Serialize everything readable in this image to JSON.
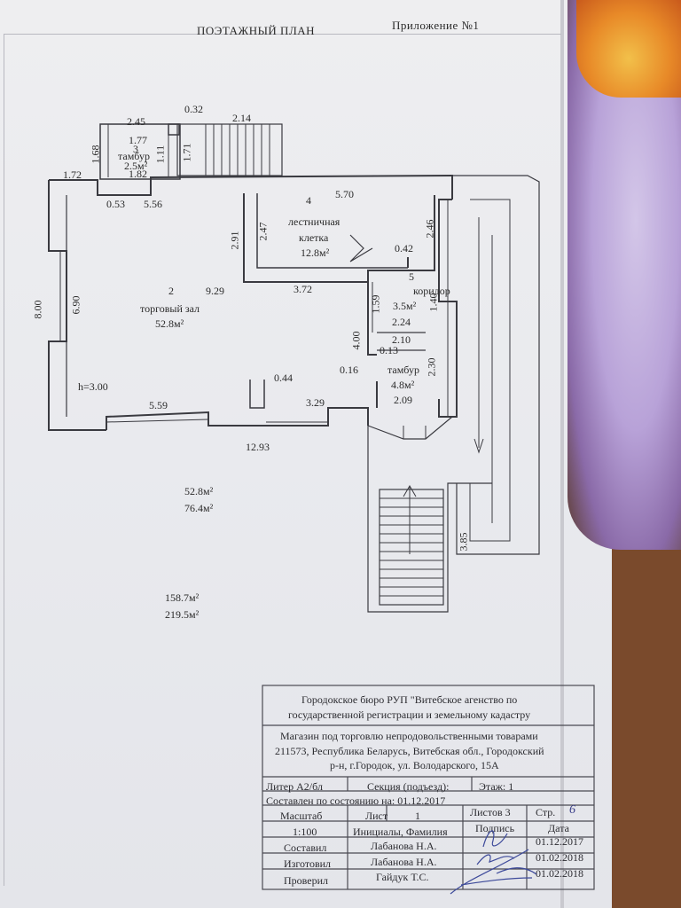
{
  "header": {
    "title": "ПОЭТАЖНЫЙ ПЛАН",
    "appendix": "Приложение №1"
  },
  "plan": {
    "dims": {
      "d_2_45": "2.45",
      "d_0_32": "0.32",
      "d_2_14": "2.14",
      "d_1_68": "1.68",
      "d_1_77": "1.77",
      "d_3_label": "3",
      "d_1_11": "1.11",
      "d_1_71": "1.71",
      "d_1_72": "1.72",
      "d_1_82": "1.82",
      "d_0_53": "0.53",
      "d_5_56": "5.56",
      "d_5_70": "5.70",
      "d_2_91": "2.91",
      "d_2_47": "2.47",
      "d_2_46": "2.46",
      "d_0_42": "0.42",
      "d_9_29": "9.29",
      "d_3_72": "3.72",
      "d_8_00": "8.00",
      "d_6_90": "6.90",
      "d_1_59": "1.59",
      "d_1_40": "1.40",
      "d_2_24": "2.24",
      "d_2_10": "2.10",
      "d_4_00": "4.00",
      "d_0_13": "0.13",
      "d_0_16": "0.16",
      "d_2_30": "2.30",
      "d_0_44": "0.44",
      "d_3_29": "3.29",
      "d_5_59": "5.59",
      "d_2_09": "2.09",
      "d_12_93": "12.93",
      "d_3_85": "3.85",
      "height": "h=3.00"
    },
    "rooms": {
      "tambur1_name": "тамбур",
      "tambur1_area": "2.5м²",
      "stair_num": "4",
      "stair_name1": "лестничная",
      "stair_name2": "клетка",
      "stair_area": "12.8м²",
      "hall_num": "2",
      "hall_name": "торговый зал",
      "hall_area": "52.8м²",
      "corridor_num": "5",
      "corridor_name": "коридор",
      "corridor_area": "3.5м²",
      "tambur2_name": "тамбур",
      "tambur2_area": "4.8м²"
    },
    "totals": {
      "t1": "52.8м²",
      "t2": "76.4м²",
      "t3": "158.7м²",
      "t4": "219.5м²"
    }
  },
  "stamp": {
    "org1": "Городокское бюро РУП \"Витебское агенство по",
    "org2": "государственной регистрации и земельному кадастру",
    "obj1": "Магазин под торговлю непродовольственными товарами",
    "obj2": "211573, Республика Беларусь, Витебская обл., Городокский",
    "obj3": "р-н, г.Городок, ул. Володарского, 15А",
    "litera": "Литер А2/бл",
    "section": "Секция (подъезд):",
    "floor": "Этаж: 1",
    "state": "Составлен по состоянию на: 01.12.2017",
    "scale_h": "Масштаб",
    "sheet_h": "Лист",
    "sheet_v": "1",
    "sheets_h": "Листов 3",
    "page_h": "Стр.",
    "page_v": "6",
    "scale_v": "1:100",
    "names_h": "Инициалы, Фамилия",
    "sign_h": "Подпись",
    "date_h": "Дата",
    "r1_role": "Составил",
    "r1_name": "Лабанова Н.А.",
    "r1_date": "01.12.2017",
    "r2_role": "Изготовил",
    "r2_name": "Лабанова Н.А.",
    "r2_date": "01.02.2018",
    "r3_role": "Проверил",
    "r3_name": "Гайдук Т.С.",
    "r3_date": "01.02.2018"
  }
}
